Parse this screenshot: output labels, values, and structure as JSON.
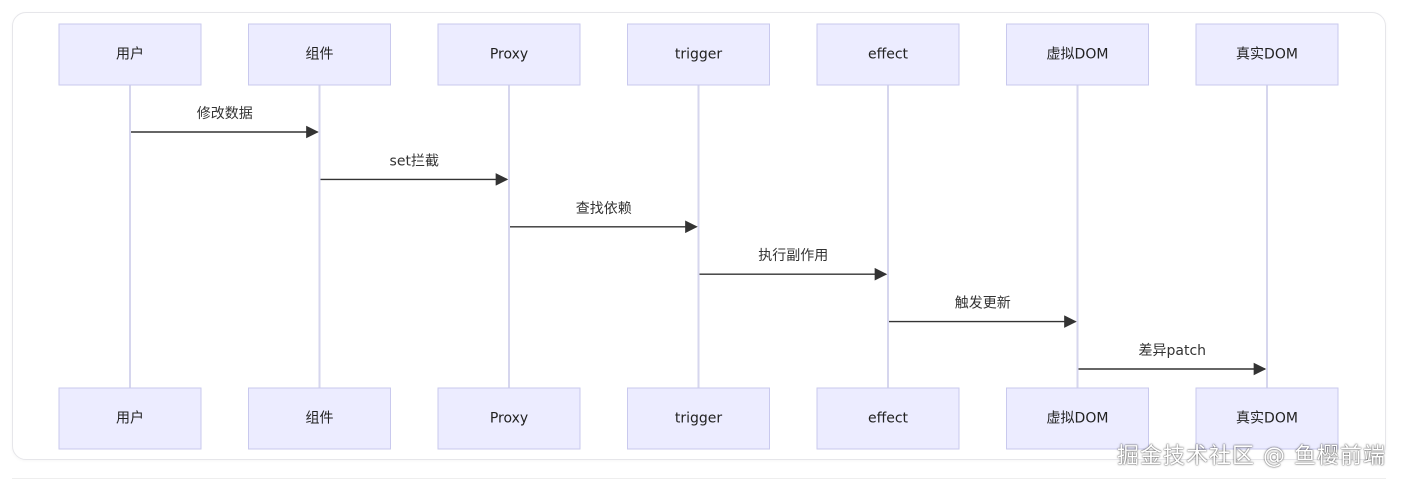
{
  "actors": [
    {
      "id": "user",
      "label": "用户"
    },
    {
      "id": "component",
      "label": "组件"
    },
    {
      "id": "proxy",
      "label": "Proxy"
    },
    {
      "id": "trigger",
      "label": "trigger"
    },
    {
      "id": "effect",
      "label": "effect"
    },
    {
      "id": "vdom",
      "label": "虚拟DOM"
    },
    {
      "id": "dom",
      "label": "真实DOM"
    }
  ],
  "messages": [
    {
      "from": "user",
      "to": "component",
      "label": "修改数据"
    },
    {
      "from": "component",
      "to": "proxy",
      "label": "set拦截"
    },
    {
      "from": "proxy",
      "to": "trigger",
      "label": "查找依赖"
    },
    {
      "from": "trigger",
      "to": "effect",
      "label": "执行副作用"
    },
    {
      "from": "effect",
      "to": "vdom",
      "label": "触发更新"
    },
    {
      "from": "vdom",
      "to": "dom",
      "label": "差异patch"
    }
  ],
  "watermark": "掘金技术社区 @ 鱼樱前端",
  "colors": {
    "actor_fill": "#ececff",
    "actor_stroke": "#c9c9ee",
    "lifeline": "#d6d6ee",
    "message": "#333333"
  }
}
